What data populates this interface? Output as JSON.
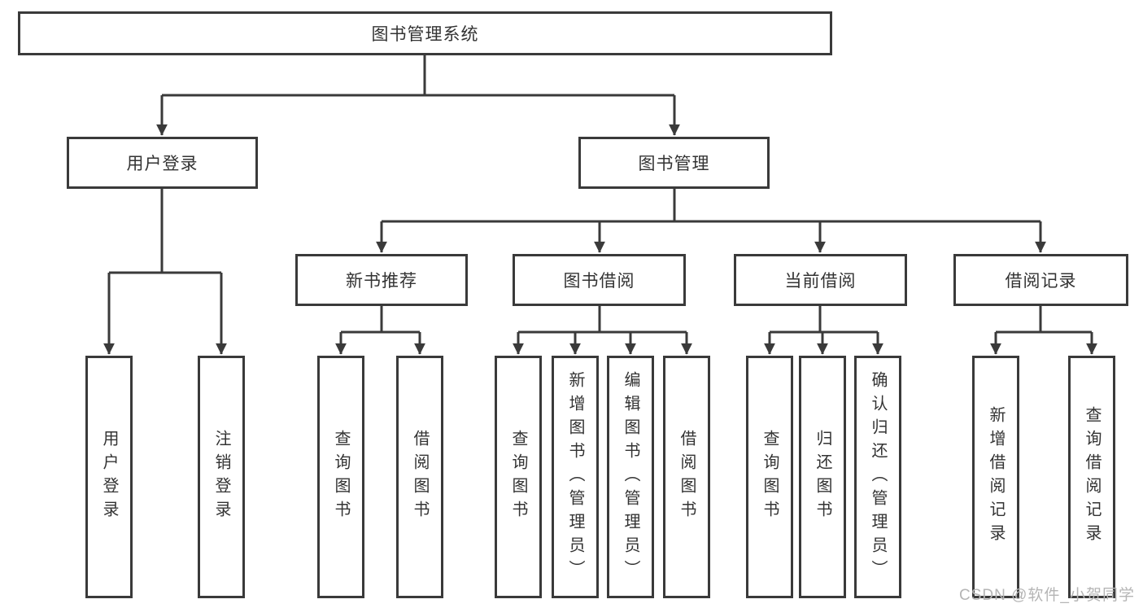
{
  "diagram": {
    "title": "图书管理系统",
    "colors": {
      "line": "#3a3a3a",
      "box_border": "#3a3a3a",
      "text": "#333333",
      "watermark": "#b5b5b5",
      "background": "#ffffff"
    },
    "tree": {
      "root": {
        "label": "图书管理系统"
      },
      "branches": [
        {
          "label": "用户登录",
          "children": [
            {
              "label": "用户登录"
            },
            {
              "label": "注销登录"
            }
          ]
        },
        {
          "label": "图书管理",
          "children": [
            {
              "label": "新书推荐",
              "children": [
                {
                  "label": "查询图书"
                },
                {
                  "label": "借阅图书"
                }
              ]
            },
            {
              "label": "图书借阅",
              "children": [
                {
                  "label": "查询图书"
                },
                {
                  "label": "新增图书（管理员）"
                },
                {
                  "label": "编辑图书（管理员）"
                },
                {
                  "label": "借阅图书"
                }
              ]
            },
            {
              "label": "当前借阅",
              "children": [
                {
                  "label": "查询图书"
                },
                {
                  "label": "归还图书"
                },
                {
                  "label": "确认归还（管理员）"
                }
              ]
            },
            {
              "label": "借阅记录",
              "children": [
                {
                  "label": "新增借阅记录"
                },
                {
                  "label": "查询借阅记录"
                }
              ]
            }
          ]
        }
      ]
    },
    "watermark": {
      "text": "CSDN @软件_小贺同学"
    }
  }
}
